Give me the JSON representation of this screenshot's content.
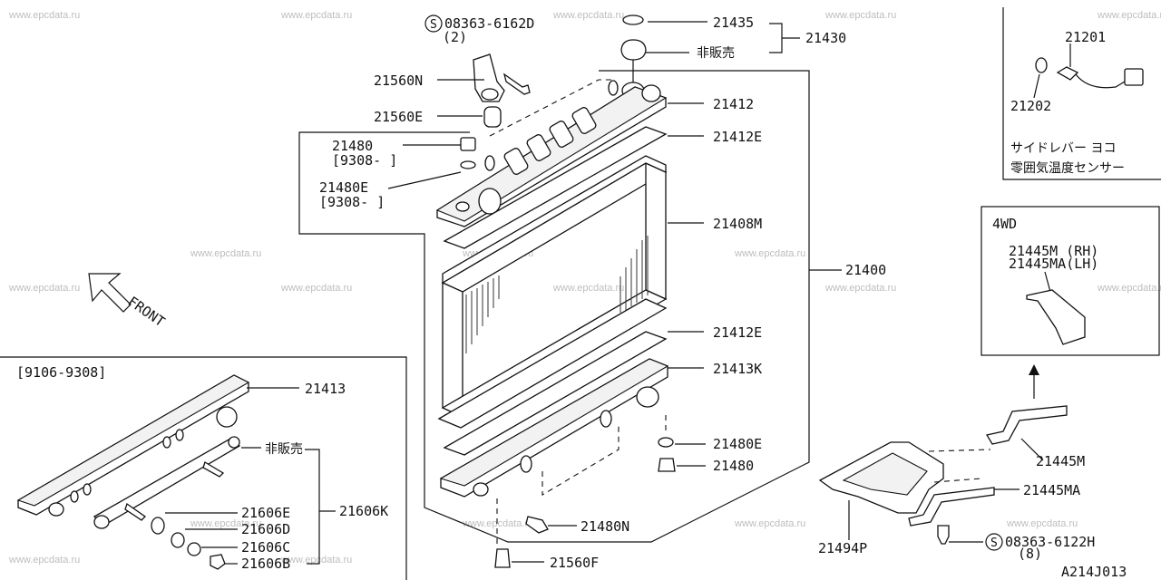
{
  "watermarks": [
    "www.epcdata.ru"
  ],
  "part_labels": {
    "p21435": "21435",
    "p21430": "21430",
    "p_not_sold_top": "非販売",
    "p08363_6162d": "08363-6162D",
    "p08363_6162d_qty": "(2)",
    "p21560n": "21560N",
    "p21560e": "21560E",
    "p21412": "21412",
    "p21412e_top": "21412E",
    "p21480_top": "21480",
    "p21480_top_range": "[9308-  ]",
    "p21480e_top": "21480E",
    "p21480e_top_range": "[9308-  ]",
    "p21408m": "21408M",
    "p21400": "21400",
    "p21412e_bottom": "21412E",
    "p21413k": "21413K",
    "p21480e_bottom": "21480E",
    "p21480_bottom": "21480",
    "p21480n": "21480N",
    "p21560f": "21560F",
    "p21201": "21201",
    "p21202": "21202",
    "sensor_caption_1": "サイドレバー ヨコ",
    "sensor_caption_2": "零囲気温度センサー",
    "fwd_title": "4WD",
    "p21445m_rh": "21445M (RH)",
    "p21445ma_lh": "21445MA(LH)",
    "p21445m": "21445M",
    "p21445ma": "21445MA",
    "p21494p": "21494P",
    "p08363_6122h": "08363-6122H",
    "p08363_6122h_qty": "(8)",
    "inset_range": "[9106-9308]",
    "p21413": "21413",
    "p_not_sold_inset": "非販売",
    "p21606e": "21606E",
    "p21606d": "21606D",
    "p21606c": "21606C",
    "p21606b": "21606B",
    "p21606k": "21606K",
    "front_label": "FRONT",
    "drawing_code": "A214J013",
    "screw_symbol": "S"
  }
}
